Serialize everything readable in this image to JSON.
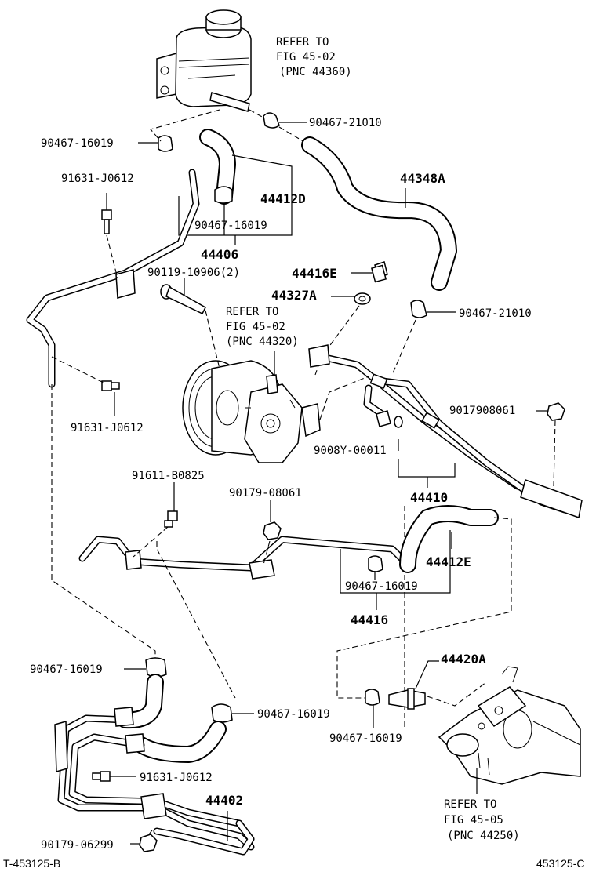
{
  "labels": {
    "refer_reservoir_1": "REFER TO",
    "refer_reservoir_2": "FIG 45-02",
    "refer_reservoir_3": "(PNC 44360)",
    "clamp_90467_21010_top": "90467-21010",
    "clamp_90467_16019_a": "90467-16019",
    "bolt_91631_j0612_a": "91631-J0612",
    "hose_44412D": "44412D",
    "hose_44348A": "44348A",
    "clamp_90467_16019_b": "90467-16019",
    "assy_44406": "44406",
    "bolt_44416E": "44416E",
    "gasket_44327A": "44327A",
    "bolt_90119_10906": "90119-10906(2)",
    "refer_pump_1": "REFER TO",
    "refer_pump_2": "FIG 45-02",
    "refer_pump_3": "(PNC 44320)",
    "clamp_90467_21010_mid": "90467-21010",
    "bolt_91631_j0612_b": "91631-J0612",
    "nut_9017908061": "9017908061",
    "oring_9008y_00011": "9008Y-00011",
    "assy_44410": "44410",
    "bolt_91611_b0825": "91611-B0825",
    "nut_90179_08061": "90179-08061",
    "hose_44412E": "44412E",
    "clamp_90467_16019_c": "90467-16019",
    "assy_44416": "44416",
    "union_44420A": "44420A",
    "clamp_90467_16019_d": "90467-16019",
    "clamp_90467_16019_e": "90467-16019",
    "clamp_90467_16019_f": "90467-16019",
    "bolt_91631_j0612_c": "91631-J0612",
    "assy_44402": "44402",
    "nut_90179_06299": "90179-06299",
    "refer_rack_1": "REFER TO",
    "refer_rack_2": "FIG 45-05",
    "refer_rack_3": "(PNC 44250)",
    "footer_left": "T-453125-B",
    "footer_right": "453125-C"
  }
}
